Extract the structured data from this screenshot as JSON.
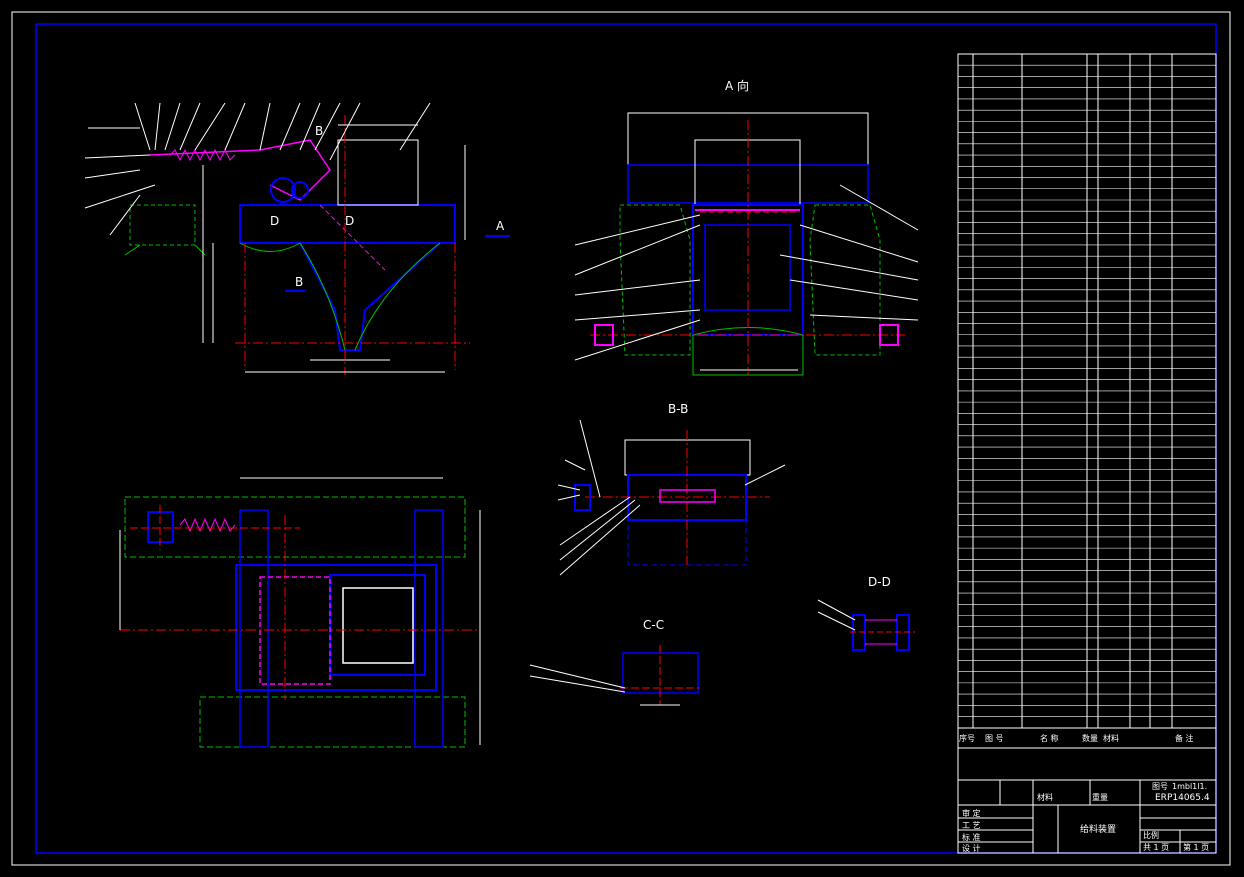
{
  "drawing": {
    "view_a_label": "A 向",
    "view_bb_label": "B-B",
    "view_cc_label": "C-C",
    "view_dd_label": "D-D",
    "callout_a": "A",
    "callout_b": "B",
    "callout_b2": "B",
    "callout_d1": "D",
    "callout_d2": "D"
  },
  "title_block": {
    "title": "给料装置",
    "drawing_no": "ERP14065.4",
    "no_label": "图号",
    "no_value": "1mbl1l1.",
    "sheet_total": "共 1 页",
    "sheet_no": "第 1 页",
    "scale_label": "比例",
    "weight_label": "重量",
    "sign_rows": [
      "审 定",
      "工 艺",
      "标 准",
      "设 计"
    ],
    "header_cols": [
      "序号",
      "图 号",
      "名 称",
      "数量",
      "材料",
      "备 注"
    ],
    "material_label": "材料",
    "qty_label": "数量"
  },
  "colors": {
    "background": "#000000",
    "border": "#0000ff",
    "table_line": "#ffffff",
    "part": "#0000ff",
    "highlight": "#ff00ff",
    "centerline": "#ff0000",
    "support": "#00c000",
    "dimension": "#ffffff"
  }
}
